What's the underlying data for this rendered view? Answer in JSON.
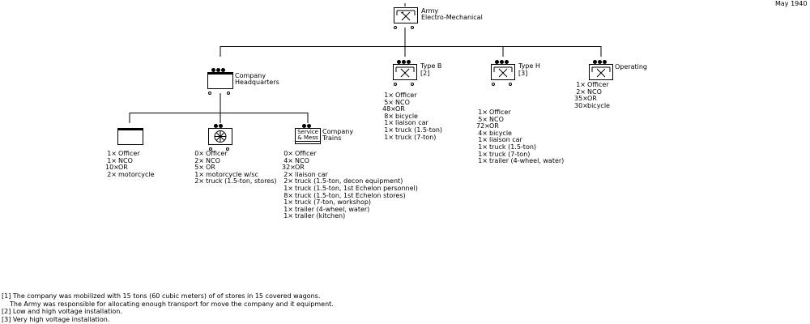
{
  "date": "May 1940",
  "units": {
    "army": {
      "name": "Army\nElectro-Mechanical"
    },
    "hq": {
      "name": "Company\nHeadquarters"
    },
    "typeb": {
      "name": "Type B",
      "note": "[2]"
    },
    "typeh": {
      "name": "Type H",
      "note": "[3]"
    },
    "operating": {
      "name": "Operating"
    },
    "trains": {
      "name": "Company\nTrains",
      "symbol_text": "Service\n& Mess"
    }
  },
  "equipment": {
    "typeb": [
      [
        "1×",
        "Officer"
      ],
      [
        "5×",
        "NCO"
      ],
      [
        "48×",
        "OR"
      ],
      [
        "8×",
        "bicycle"
      ],
      [
        "1×",
        "liaison car"
      ],
      [
        "1×",
        "truck (1.5-ton)"
      ],
      [
        "1×",
        "truck (7-ton)"
      ]
    ],
    "typeh": [
      [
        "1×",
        "Officer"
      ],
      [
        "5×",
        "NCO"
      ],
      [
        "72×",
        "OR"
      ],
      [
        "4×",
        "bicycle"
      ],
      [
        "1×",
        "liaison car"
      ],
      [
        "1×",
        "truck (1.5-ton)"
      ],
      [
        "1×",
        "truck (7-ton)"
      ],
      [
        "1×",
        "trailer (4-wheel, water)"
      ]
    ],
    "operating": [
      [
        "1×",
        "Officer"
      ],
      [
        "2×",
        "NCO"
      ],
      [
        "35×",
        "OR"
      ],
      [
        "30×",
        "bicycle"
      ]
    ],
    "hq_sec": [
      [
        "1×",
        "Officer"
      ],
      [
        "1×",
        "NCO"
      ],
      [
        "10×",
        "OR"
      ],
      [
        "2×",
        "motorcycle"
      ]
    ],
    "signal": [
      [
        "0×",
        "Officer"
      ],
      [
        "2×",
        "NCO"
      ],
      [
        "5×",
        "OR"
      ],
      [
        "1×",
        "motorcycle w/sc"
      ],
      [
        "2×",
        "truck (1.5-ton, stores)"
      ]
    ],
    "trains": [
      [
        "0×",
        "Officer"
      ],
      [
        "4×",
        "NCO"
      ],
      [
        "32×",
        "OR"
      ],
      [
        "2×",
        "liaison car"
      ],
      [
        "2×",
        "truck (1.5-ton, decon equipment)"
      ],
      [
        "1×",
        "truck (1.5-ton, 1st Echelon personnel)"
      ],
      [
        "8×",
        "truck (1.5-ton, 1st Echelon stores)"
      ],
      [
        "1×",
        "truck (7-ton, workshop)"
      ],
      [
        "1×",
        "trailer (4-wheel, water)"
      ],
      [
        "1×",
        "trailer (kitchen)"
      ]
    ]
  },
  "footnotes": [
    "[1] The company was mobilized with 15 tons (60 cubic meters) of of stores in 15 covered wagons.",
    "The Army was responsible for allocating enough transport for move the company and it equipment.",
    "[2] Low and high voltage installation.",
    "[3] Very high voltage installation."
  ],
  "icons": {
    "engineer": "shovel-pick-icon",
    "signal": "wheel-icon",
    "hq": "hq-flag-icon"
  }
}
